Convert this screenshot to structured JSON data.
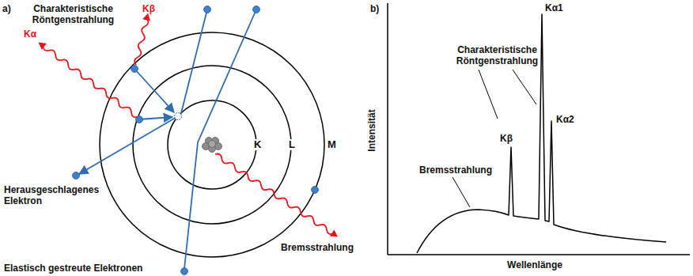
{
  "diagram": {
    "labels": [
      "a)",
      "Charakteristische Röntgenstrahlung",
      "Kβ",
      "Kα",
      "K",
      "L",
      "M",
      "Herausgeschlagenes Elektron",
      "Elastisch gestreute Elektronen",
      "Bremsstrahlung",
      "b)",
      "Charakteristische Röntgenstrahlung",
      "Intensität",
      "Wellenlänge",
      "Kα1",
      "Kβ",
      "Kα2",
      "Bremsstrahlung"
    ]
  }
}
